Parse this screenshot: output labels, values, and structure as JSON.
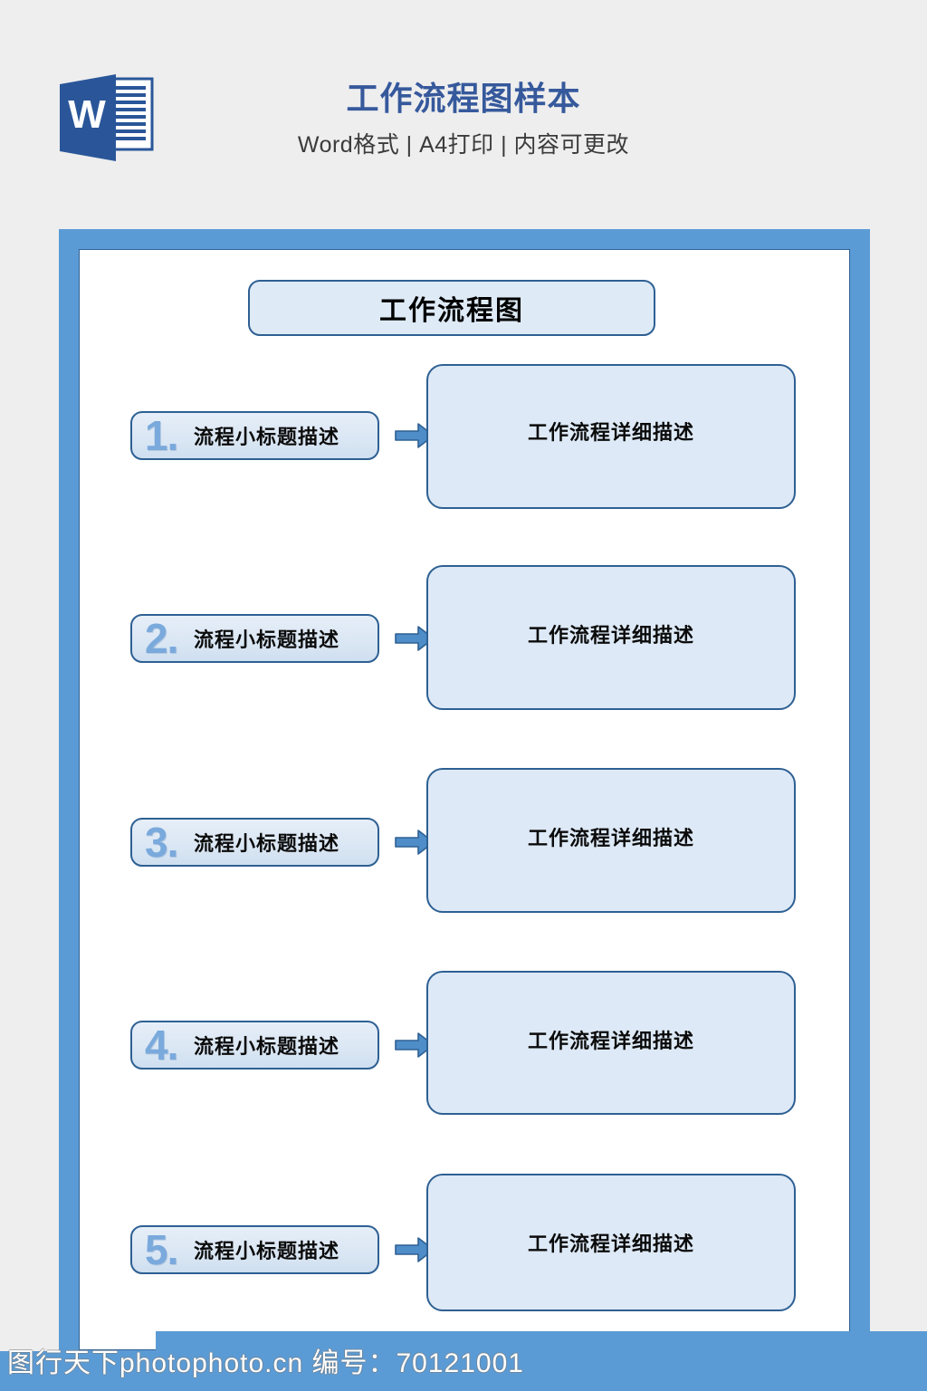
{
  "header": {
    "logo_icon": "word-logo-icon",
    "logo_letter": "W",
    "title": "工作流程图样本",
    "subtitle": "Word格式 | A4打印 | 内容可更改",
    "title_color": "#36599c",
    "subtitle_color": "#3b3b3b"
  },
  "document": {
    "frame_color": "#5b9bd5",
    "sheet_color": "#ffffff",
    "flow_title": "工作流程图",
    "accent_fill": "#dde9f6",
    "accent_border": "#2e6093",
    "number_color": "#7aa9dc",
    "arrow_icon": "arrow-right-icon",
    "steps": [
      {
        "number": "1.",
        "label": "流程小标题描述",
        "detail": "工作流程详细描述"
      },
      {
        "number": "2.",
        "label": "流程小标题描述",
        "detail": "工作流程详细描述"
      },
      {
        "number": "3.",
        "label": "流程小标题描述",
        "detail": "工作流程详细描述"
      },
      {
        "number": "4.",
        "label": "流程小标题描述",
        "detail": "工作流程详细描述"
      },
      {
        "number": "5.",
        "label": "流程小标题描述",
        "detail": "工作流程详细描述"
      }
    ]
  },
  "footer": {
    "watermark": "图行天下photophoto.cn 编号：70121001",
    "band_color": "#5b9bd5"
  }
}
